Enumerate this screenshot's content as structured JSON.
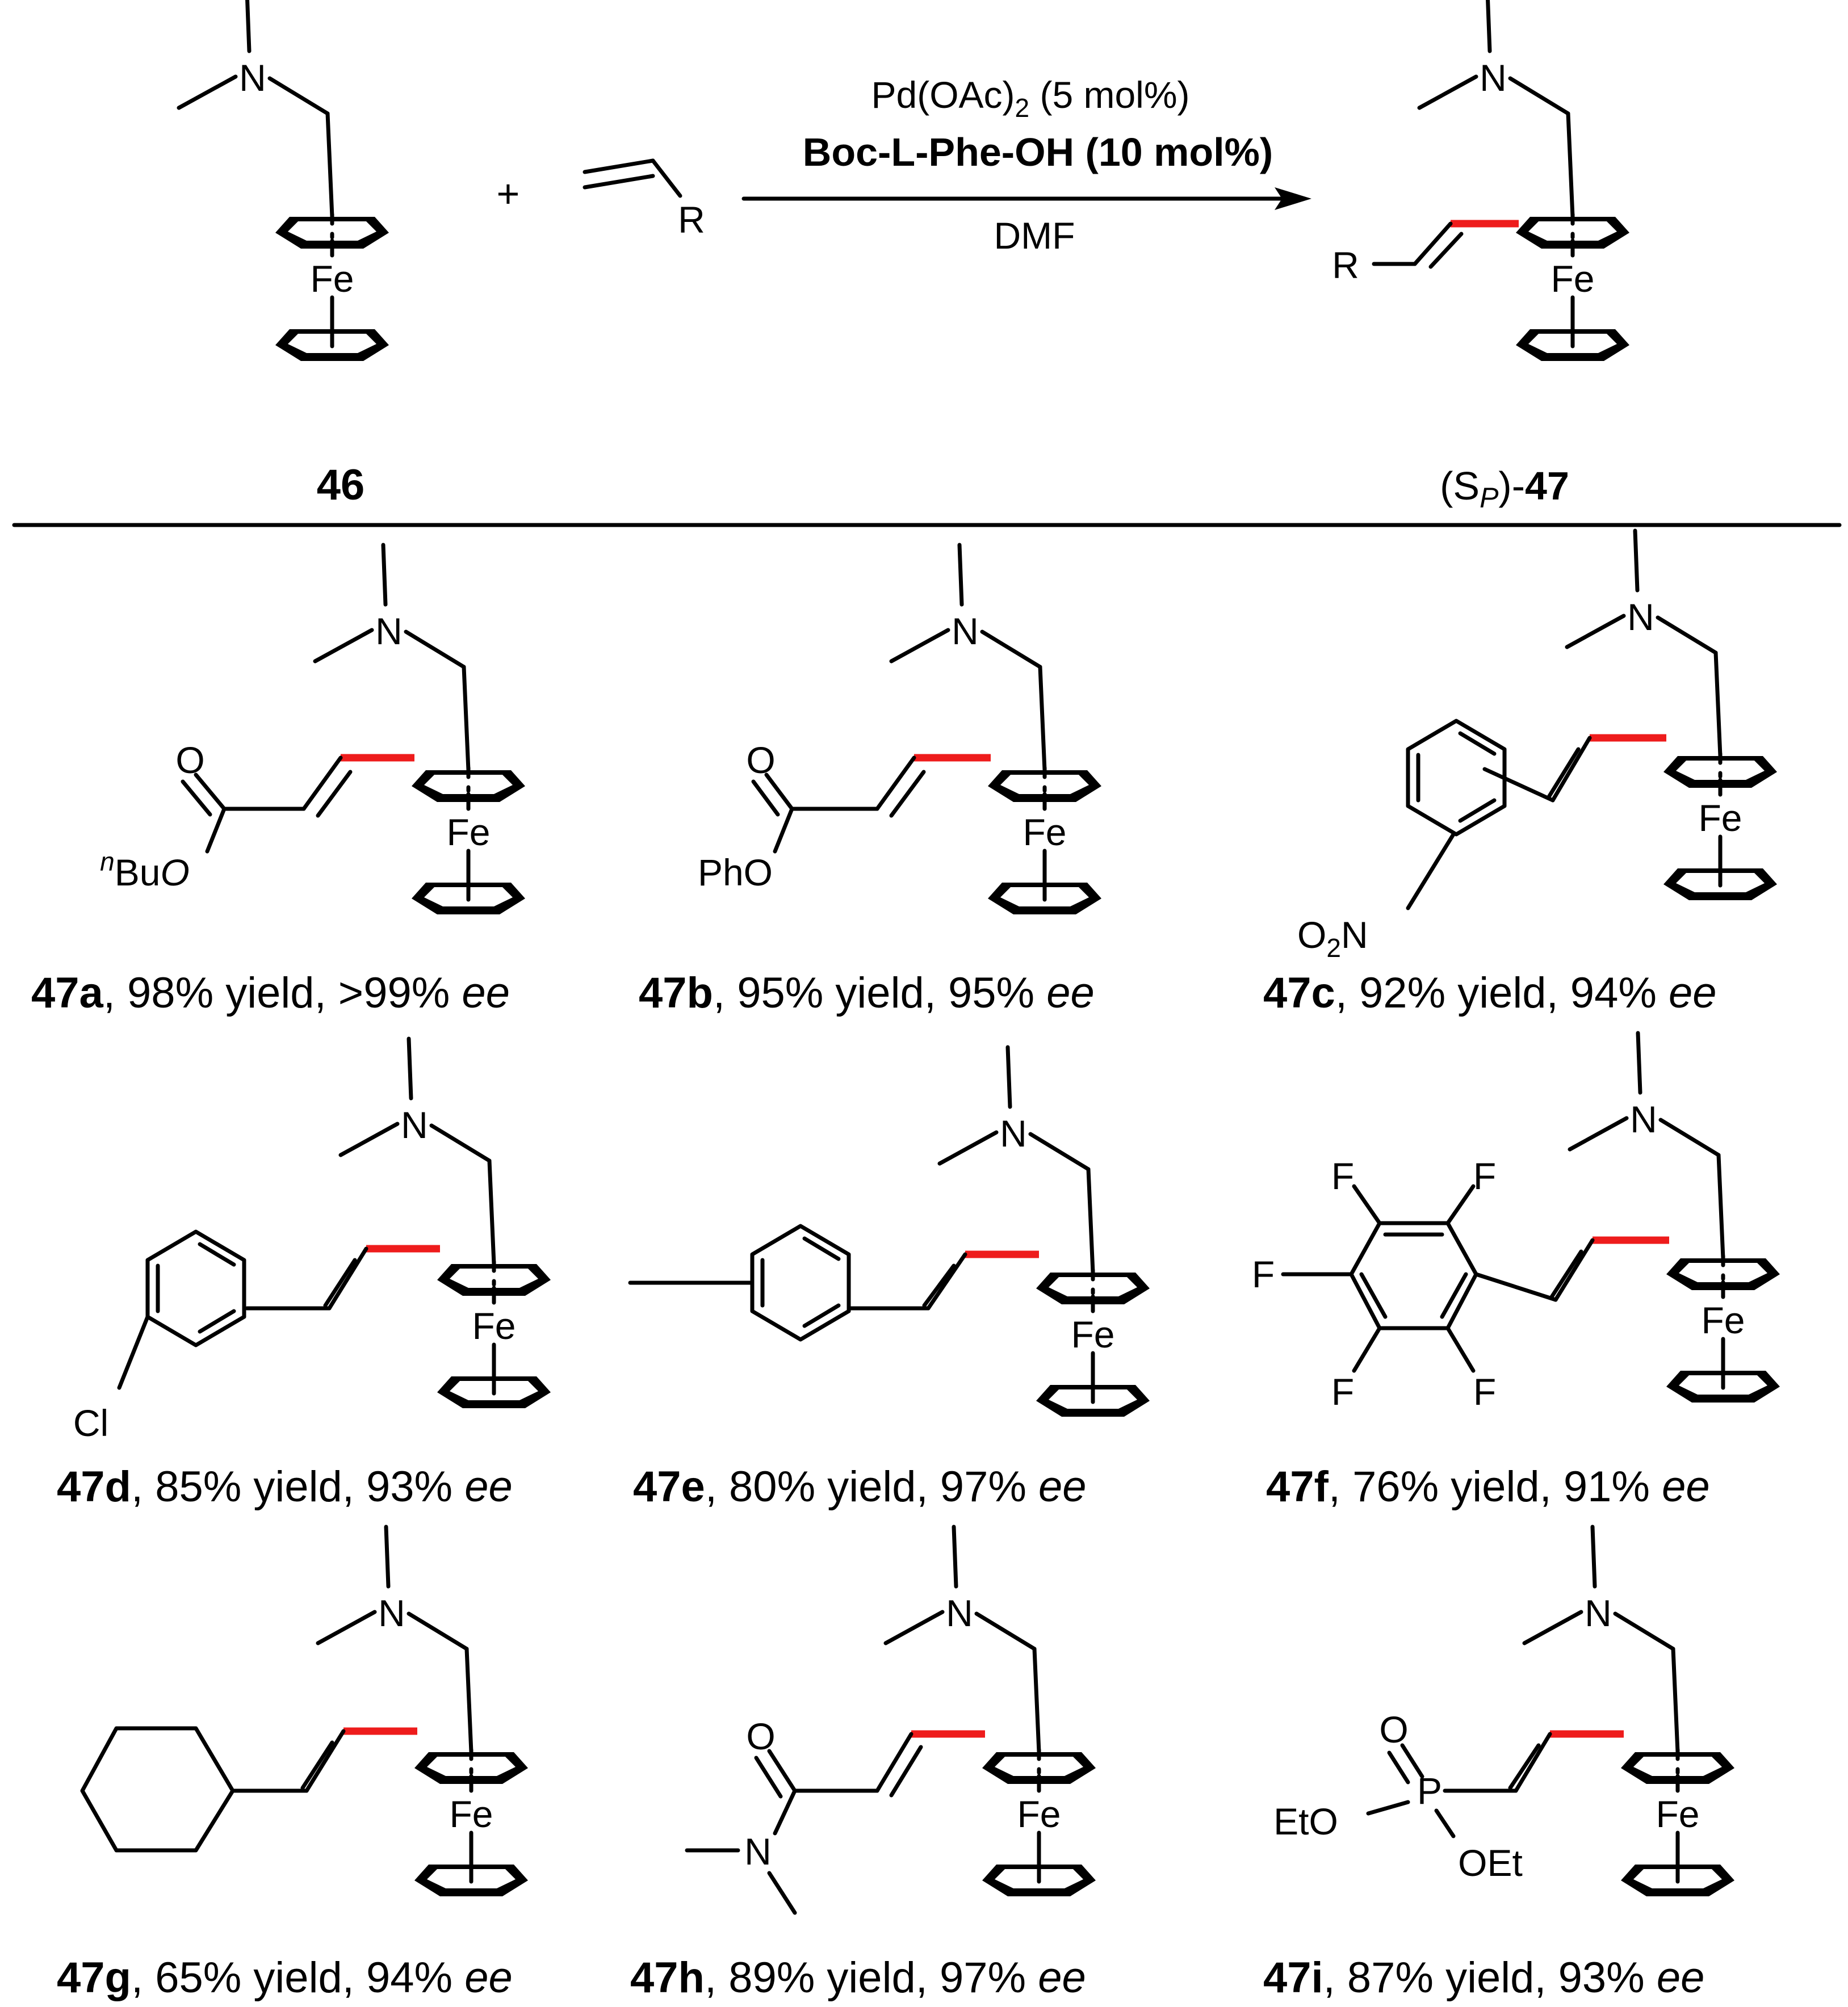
{
  "reaction": {
    "conditions_line1_main": "Pd(OAc)",
    "conditions_line1_sub": "2",
    "conditions_line1_tail": " (5 mol%)",
    "conditions_line2": "Boc-L-Phe-OH (10 mol%)",
    "conditions_line3": "DMF",
    "plus": "+",
    "reactant_label": "46",
    "alkene_r": "R",
    "product_label_open": "(S",
    "product_label_sub": "P",
    "product_label_close": ")-",
    "product_label_bold": "47",
    "product_r": "R"
  },
  "atoms": {
    "n": "N",
    "fe": "Fe",
    "o": "O",
    "p": "P",
    "f": "F",
    "cl": "Cl",
    "bu_sup": "n",
    "bu": "Bu",
    "pho": "PhO",
    "o2n_o": "O",
    "o2n_sub": "2",
    "o2n_n": "N",
    "eto": "EtO",
    "oet": "OEt"
  },
  "products": [
    {
      "id": "47a",
      "yield": ", 98% yield, >99% ",
      "ee": "ee"
    },
    {
      "id": "47b",
      "yield": ", 95% yield, 95% ",
      "ee": "ee"
    },
    {
      "id": "47c",
      "yield": ", 92% yield, 94% ",
      "ee": "ee"
    },
    {
      "id": "47d",
      "yield": ", 85% yield, 93% ",
      "ee": "ee"
    },
    {
      "id": "47e",
      "yield": ", 80% yield, 97% ",
      "ee": "ee"
    },
    {
      "id": "47f",
      "yield": ", 76% yield, 91% ",
      "ee": "ee"
    },
    {
      "id": "47g",
      "yield": ", 65% yield, 94% ",
      "ee": "ee"
    },
    {
      "id": "47h",
      "yield": ", 89% yield, 97% ",
      "ee": "ee"
    },
    {
      "id": "47i",
      "yield": ", 87% yield, 93% ",
      "ee": "ee"
    }
  ],
  "colors": {
    "new_bond": "#ee1c1c",
    "ink": "#000000"
  }
}
